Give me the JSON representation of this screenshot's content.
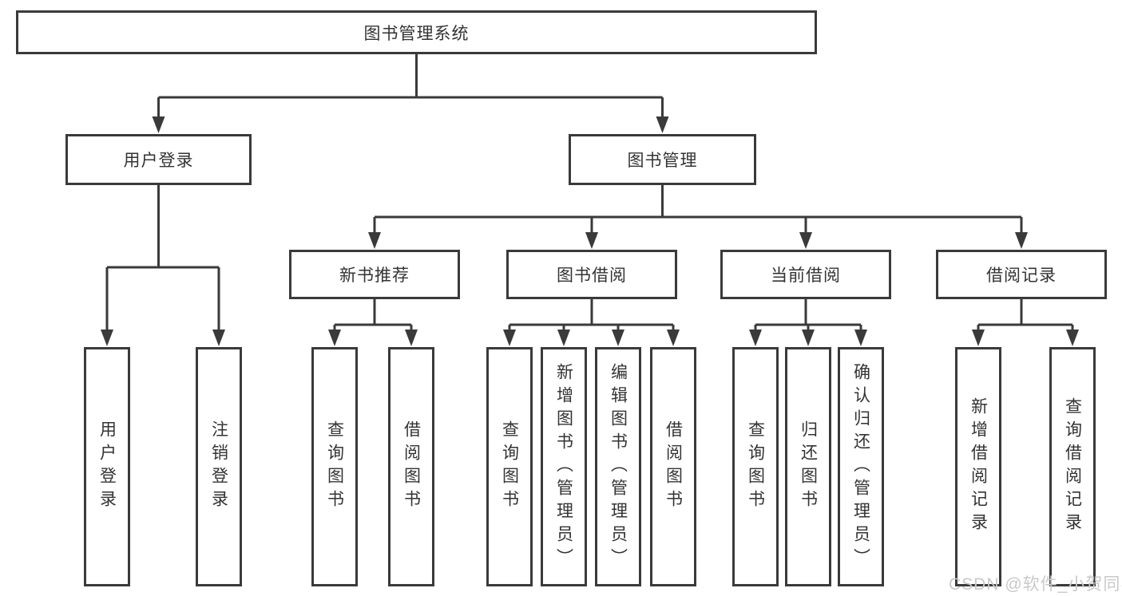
{
  "diagram": {
    "title": "图书管理系统",
    "root": {
      "label": "图书管理系统"
    },
    "level2": [
      {
        "id": "user-login",
        "label": "用户登录",
        "parent": "图书管理系统"
      },
      {
        "id": "book-management",
        "label": "图书管理",
        "parent": "图书管理系统"
      }
    ],
    "level3": [
      {
        "id": "new-book-recommend",
        "label": "新书推荐",
        "parent": "图书管理"
      },
      {
        "id": "book-borrowing",
        "label": "图书借阅",
        "parent": "图书管理"
      },
      {
        "id": "current-borrowing",
        "label": "当前借阅",
        "parent": "图书管理"
      },
      {
        "id": "borrowing-records",
        "label": "借阅记录",
        "parent": "图书管理"
      }
    ],
    "leaves": [
      {
        "label": "用户登录",
        "parent": "用户登录"
      },
      {
        "label": "注销登录",
        "parent": "用户登录"
      },
      {
        "label": "查询图书",
        "parent": "新书推荐"
      },
      {
        "label": "借阅图书",
        "parent": "新书推荐"
      },
      {
        "label": "查询图书",
        "parent": "图书借阅"
      },
      {
        "label": "新增图书（管理员）",
        "parent": "图书借阅"
      },
      {
        "label": "编辑图书（管理员）",
        "parent": "图书借阅"
      },
      {
        "label": "借阅图书",
        "parent": "图书借阅"
      },
      {
        "label": "查询图书",
        "parent": "当前借阅"
      },
      {
        "label": "归还图书",
        "parent": "当前借阅"
      },
      {
        "label": "确认归还（管理员）",
        "parent": "当前借阅"
      },
      {
        "label": "新增借阅记录",
        "parent": "借阅记录"
      },
      {
        "label": "查询借阅记录",
        "parent": "借阅记录"
      }
    ]
  },
  "watermark": {
    "text": "CSDN @软件_小贺同学"
  },
  "colors": {
    "line": "#3a3a3a",
    "text": "#333333",
    "background": "#ffffff",
    "watermark": "#c9c9c9"
  }
}
